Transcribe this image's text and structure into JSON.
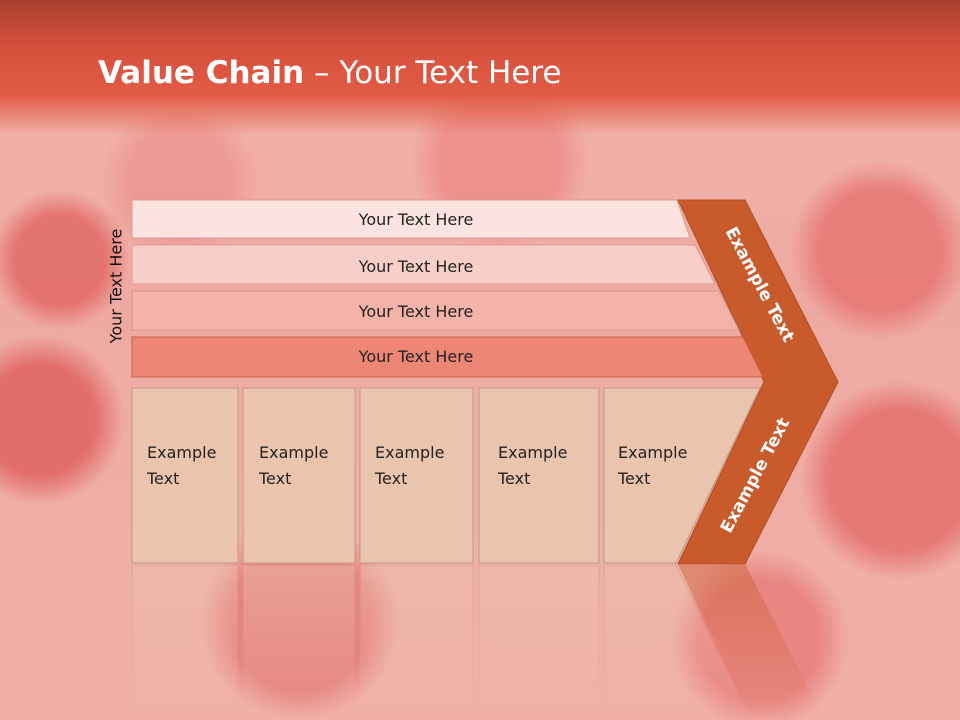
{
  "title": {
    "bold": "Value Chain",
    "rest": " – Your Text Here"
  },
  "side_label": "Your Text Here",
  "bars": [
    {
      "label": "Your Text Here",
      "fill": "#fbe4e0"
    },
    {
      "label": "Your Text Here",
      "fill": "#f8cfc8"
    },
    {
      "label": "Your Text Here",
      "fill": "#f3b3a8"
    },
    {
      "label": "Your Text Here",
      "fill": "#ed8674"
    }
  ],
  "boxes": [
    {
      "line1": "Example",
      "line2": "Text"
    },
    {
      "line1": "Example",
      "line2": "Text"
    },
    {
      "line1": "Example",
      "line2": "Text"
    },
    {
      "line1": "Example",
      "line2": "Text"
    },
    {
      "line1": "Example",
      "line2": "Text"
    }
  ],
  "chevron_top": "Example Text",
  "chevron_bottom": "Example Text",
  "colors": {
    "chevron": "#c85a2b",
    "box": "#ebc4ae"
  }
}
